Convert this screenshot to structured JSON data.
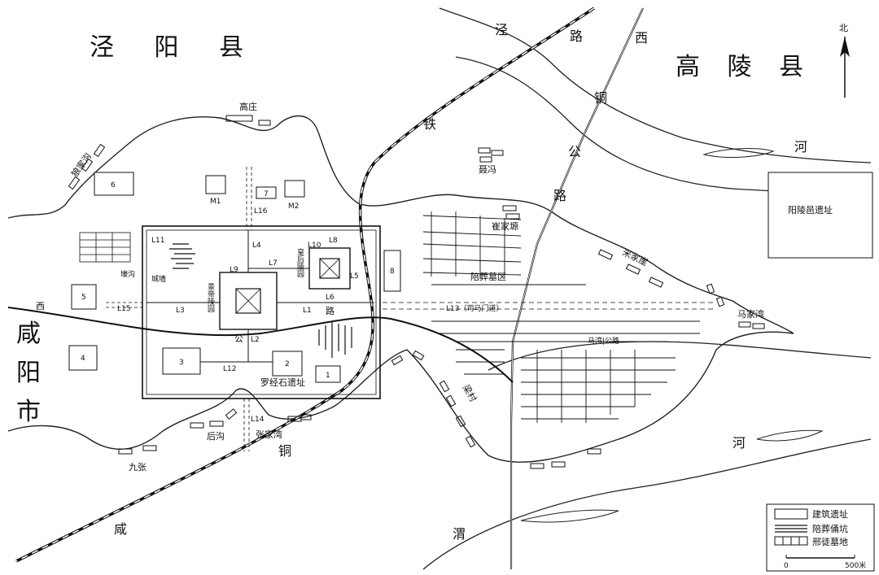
{
  "regions": {
    "jingyang": "泾 阳 县",
    "gaoling": "高 陵 县",
    "xianyang": [
      "咸",
      "阳",
      "市"
    ]
  },
  "north": "北",
  "labels": {
    "yangling_site": "阳陵邑遗址",
    "luojingshi": "罗经石遗址",
    "burial_area": "陪葬墓区",
    "simadao": "L13（司马门道）",
    "mawan_road": "马湾|公路",
    "emperor_tomb": "景帝陵园",
    "empress_tomb": "皇后陵园",
    "wall": "城墙",
    "moat": "壕沟"
  },
  "roads": {
    "railway": [
      "泾",
      "路",
      "铁",
      "铜"
    ],
    "highway": [
      "西",
      "铜",
      "公",
      "路"
    ],
    "west_road": [
      "西",
      "公",
      "路"
    ],
    "xian_road": [
      "咸",
      "铜"
    ]
  },
  "rivers": {
    "jing_he": [
      "河"
    ],
    "wei_he": [
      "渭",
      "河"
    ]
  },
  "villages": {
    "gaozhuang": "高庄",
    "langjiagou": "狼家沟",
    "niefeng": "聂冯",
    "cuijiagou": "崔家塬",
    "mijiaya": "米家崖",
    "majiawan": "马家湾",
    "liangcun": "梁村",
    "zhangjiawan": "张家湾",
    "hougou": "后沟",
    "jiuzhang": "九张"
  },
  "numbered": [
    "1",
    "2",
    "3",
    "4",
    "5",
    "6",
    "7",
    "8"
  ],
  "m_labels": [
    "M1",
    "M2"
  ],
  "l_labels": [
    "L1",
    "L2",
    "L3",
    "L4",
    "L5",
    "L6",
    "L7",
    "L8",
    "L9",
    "L10",
    "L11",
    "L12",
    "L14",
    "L15",
    "L16"
  ],
  "legend": {
    "building": "建筑遗址",
    "pit": "陪葬俑坑",
    "cemetery": "邢徒墓地"
  },
  "scale": {
    "zero": "0",
    "max": "500米"
  }
}
